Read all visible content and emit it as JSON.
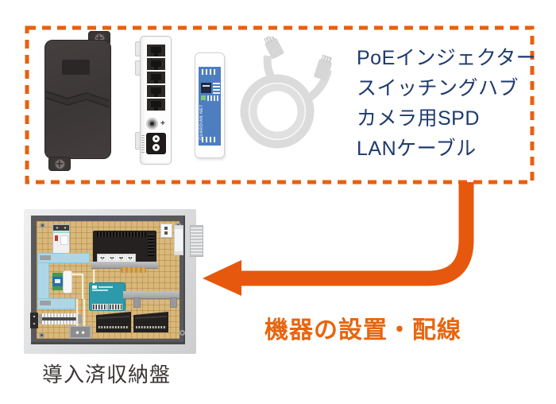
{
  "equipment_box": {
    "items": [
      "PoEインジェクター",
      "スイッチングハブ",
      "カメラ用SPD",
      "LANケーブル"
    ],
    "spd_brand": "GUARDIAN NET"
  },
  "step_caption": "機器の設置・配線",
  "cabinet_caption": "導入済収納盤",
  "colors": {
    "accent_orange": "#E6580D",
    "heading_orange": "#E7650F",
    "list_navy": "#1D3A6E",
    "caption_dark": "#3A3433",
    "spd_blue": "#4D7EC0",
    "controller_teal": "#2D9AAB",
    "board_tan": "#D9B87C",
    "duct_blue": "#ADD7E8"
  }
}
